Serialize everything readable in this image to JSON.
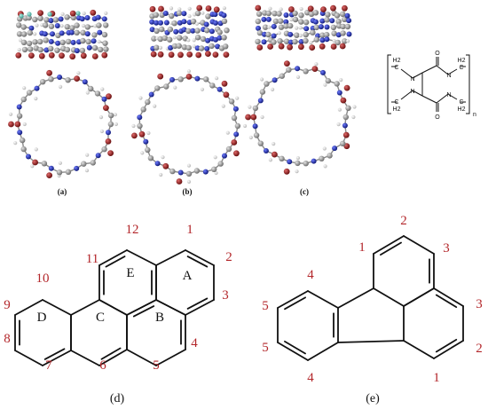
{
  "captions": {
    "a": "(a)",
    "b": "(b)",
    "c": "(c)",
    "d": "(d)",
    "e": "(e)"
  },
  "monomer": {
    "ch2": "CH2",
    "h2": "H2",
    "c": "C",
    "n": "N",
    "o": "O",
    "sub_n": "n"
  },
  "chrysene_rings": {
    "A": "A",
    "B": "B",
    "C": "C",
    "D": "D",
    "E": "E"
  },
  "chrysene_numbers": [
    "1",
    "2",
    "3",
    "4",
    "5",
    "6",
    "7",
    "8",
    "9",
    "10",
    "11",
    "12"
  ],
  "fluoranthene_numbers": {
    "top": "2",
    "left_top": "1",
    "right_top": "3",
    "right_mid": "3",
    "right_low": "2",
    "right_bottom": "1",
    "left_outer_top": "4",
    "left_outer_mid": "5",
    "left_outer_low": "5",
    "left_outer_bottom": "4"
  },
  "colors": {
    "carbon": "#9a9a9a",
    "nitrogen": "#1f2fb8",
    "oxygen": "#a02424",
    "hydrogen": "#e8e8e8",
    "label_red": "#b3262a"
  }
}
